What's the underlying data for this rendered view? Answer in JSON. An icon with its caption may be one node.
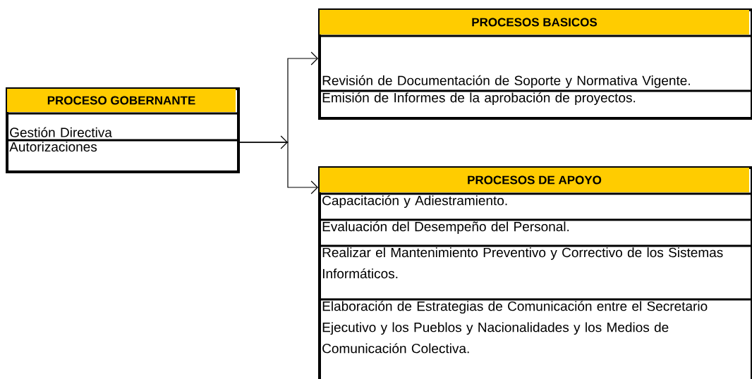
{
  "diagram": {
    "nodes": [
      {
        "text": [
          "PROCESO GOBERNANTE",
          "Gestión Directiva",
          "Autorizaciones"
        ]
      },
      {
        "text": [
          "PROCESOS BASICOS",
          "Revisión de Documentación de Soporte y Normativa Vigente.",
          "Emisión de Informes de la aprobación de proyectos."
        ]
      },
      {
        "text": [
          "PROCESOS DE APOYO",
          "Capacitación y Adiestramiento.",
          "Evaluación del Desempeño del Personal.",
          "Realizar el Mantenimiento Preventivo y Correctivo de los Sistemas Informáticos.",
          "Elaboración de Estrategias de Comunicación entre el Secretario Ejecutivo y los Pueblos y Nacionalidades y los Medios de Comunicación Colectiva."
        ]
      }
    ],
    "edges": [
      {
        "from": 0,
        "to": 1,
        "arrow": "to"
      },
      {
        "from": 0,
        "to": 2,
        "arrow": "to"
      }
    ]
  }
}
